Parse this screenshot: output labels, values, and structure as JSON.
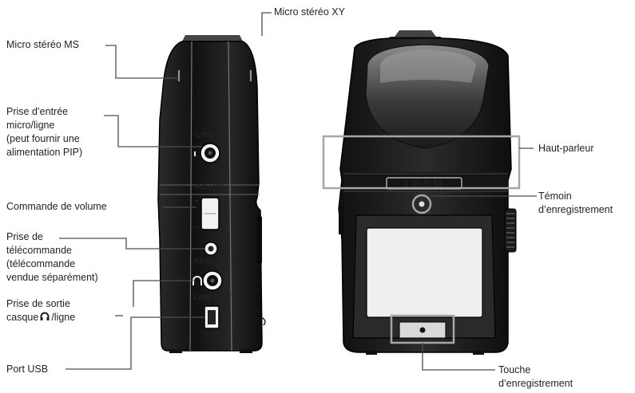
{
  "labels": {
    "xy_mic": "Micro stéréo XY",
    "ms_mic": "Micro stéréo MS",
    "line_in_jack": "Prise d’entrée\nmicro/ligne\n(peut fournir une\nalimentation PIP)",
    "volume_control": "Commande de volume",
    "remote_jack": "Prise de\ntélécommande\n(télécommande\nvendue séparément)",
    "headphone_jack_before": "Prise de sortie\ncasque",
    "headphone_jack_after": "/ligne",
    "usb_port": "Port USB",
    "speaker": "Haut-parleur",
    "rec_indicator": "Témoin\nd’enregistrement",
    "rec_button": "Touche\nd’enregistrement"
  },
  "device_markings": {
    "line_in": "LINE IN",
    "volume": "VOLUME",
    "plus": "+",
    "minus": "–",
    "remote": "REMOTE",
    "line_out": "LINE OUT",
    "usb": "USB",
    "brand": "ZOOM"
  },
  "icons": {
    "headphone": "headphone-icon"
  },
  "colors": {
    "body_dark": "#1c1c1c",
    "body_mid": "#3a3a3a",
    "highlight": "#8a8a8a",
    "callout_box": "#a6a6a6",
    "leader_line": "#4d4d4d",
    "screen": "#efefef"
  }
}
